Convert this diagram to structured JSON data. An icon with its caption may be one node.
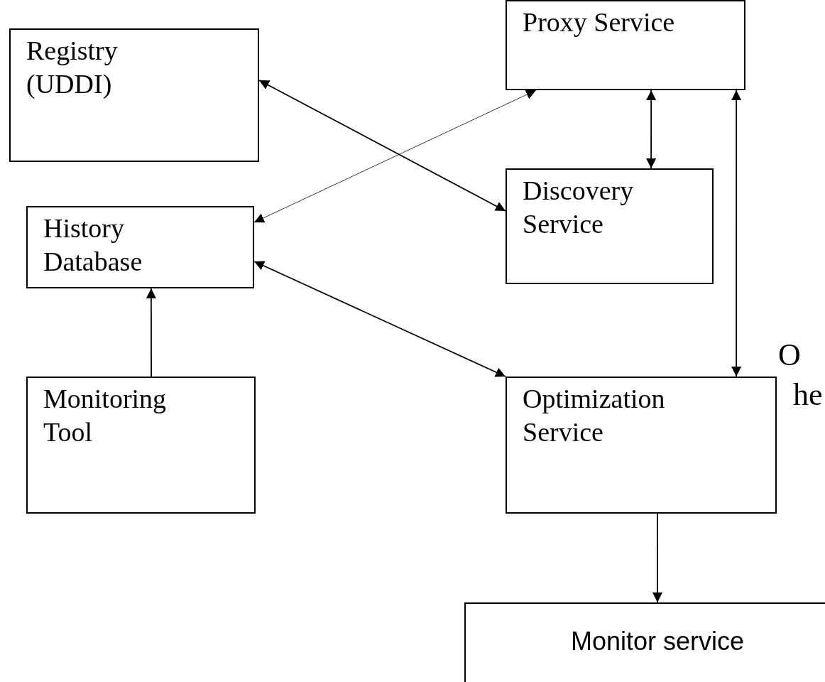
{
  "diagram": {
    "nodes": [
      {
        "text": [
          "Registry (UDDI)"
        ]
      },
      {
        "text": [
          "Proxy Service"
        ]
      },
      {
        "text": [
          "History Database"
        ]
      },
      {
        "text": [
          "Discovery Service"
        ]
      },
      {
        "text": [
          "Monitoring Tool"
        ]
      },
      {
        "text": [
          "Optimization Service"
        ]
      },
      {
        "text": [
          "Monitor service"
        ]
      }
    ],
    "edges": [
      {
        "from": 0,
        "to": 3,
        "arrow": "both"
      },
      {
        "from": 1,
        "to": 2,
        "arrow": "both"
      },
      {
        "from": 2,
        "to": 5,
        "arrow": "both"
      },
      {
        "from": 4,
        "to": 2,
        "arrow": "to"
      },
      {
        "from": 1,
        "to": 3,
        "arrow": "both"
      },
      {
        "from": 1,
        "to": 5,
        "arrow": "both"
      },
      {
        "from": 5,
        "to": 6,
        "arrow": "to"
      }
    ],
    "labels": [
      "O",
      "he"
    ]
  }
}
